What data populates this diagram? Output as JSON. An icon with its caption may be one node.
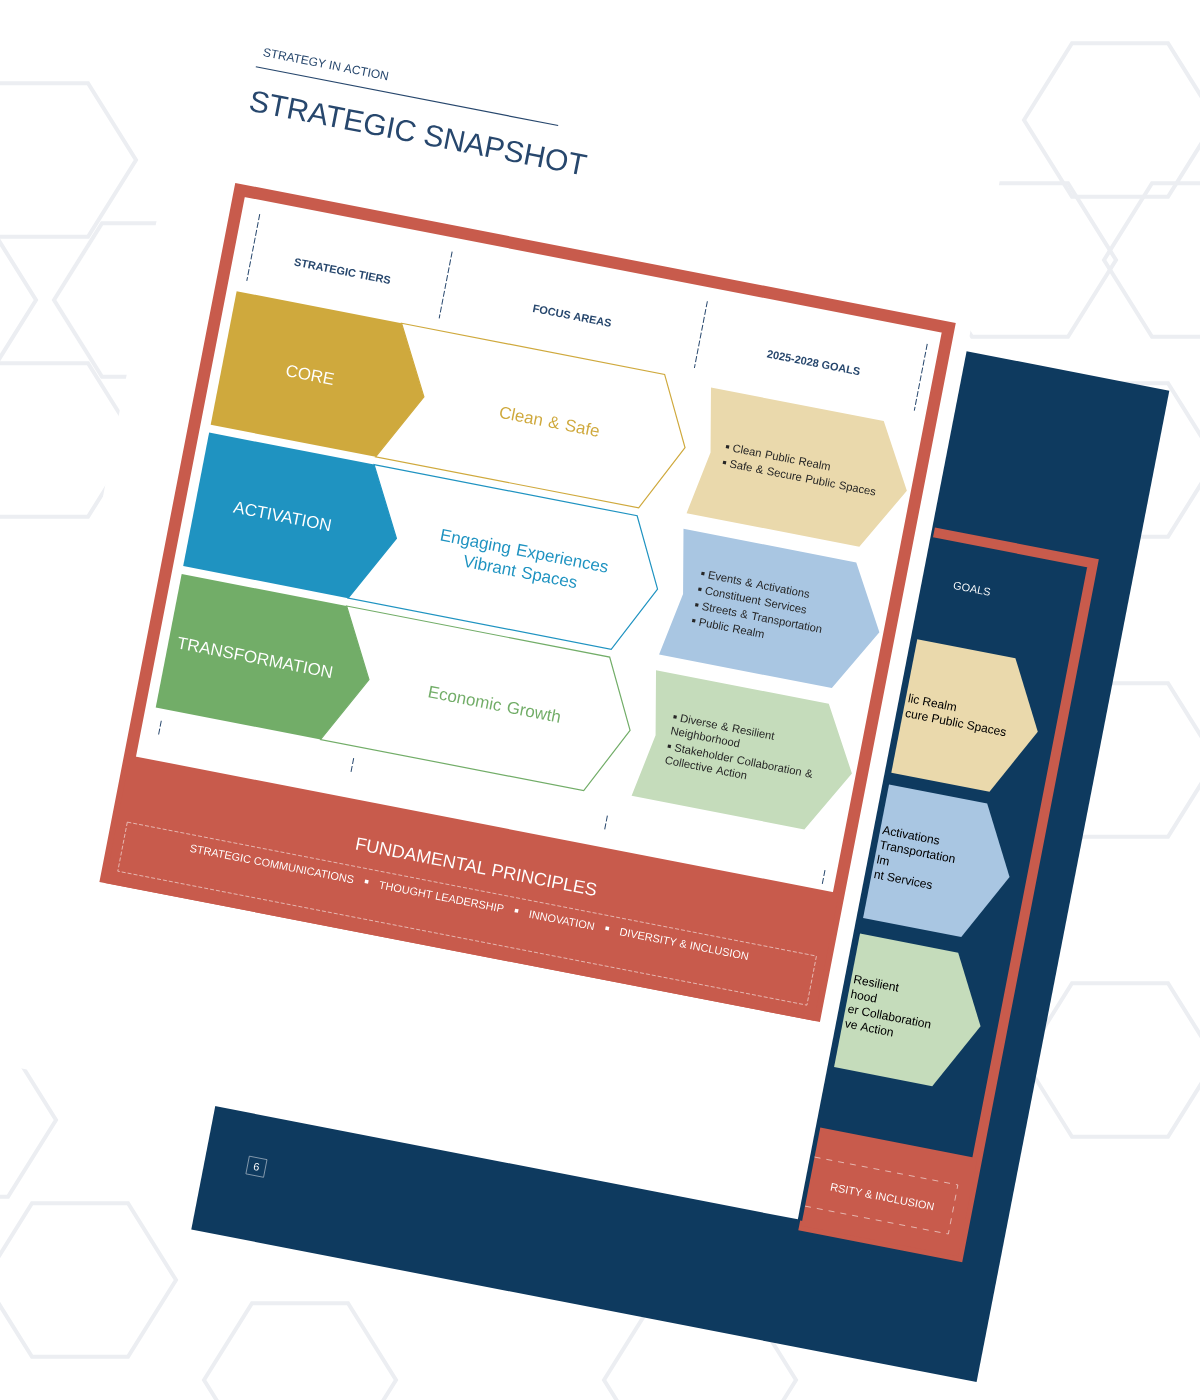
{
  "diagram": {
    "title": "STRATEGIC SNAPSHOT",
    "nodes": [
      {
        "text": [
          "CORE"
        ]
      },
      {
        "text": [
          "Clean & Safe"
        ]
      },
      {
        "text": [
          "Clean Public Realm",
          "Safe & Secure Public Spaces"
        ]
      },
      {
        "text": [
          "ACTIVATION"
        ]
      },
      {
        "text": [
          "Engaging Experiences Vibrant Spaces"
        ]
      },
      {
        "text": [
          "Events & Activations",
          "Constituent Services",
          "Streets & Transportation",
          "Public Realm"
        ]
      },
      {
        "text": [
          "TRANSFORMATION"
        ]
      },
      {
        "text": [
          "Economic Growth"
        ]
      },
      {
        "text": [
          "Diverse & Resilient Neighborhood",
          "Stakeholder Collaboration & Collective Action"
        ]
      },
      {
        "text": [
          "FUNDAMENTAL PRINCIPLES",
          "STRATEGIC COMMUNICATIONS",
          "THOUGHT LEADERSHIP",
          "INNOVATION",
          "DIVERSITY & INCLUSION"
        ]
      },
      {
        "text": [
          "lic Realm",
          "cure Public Spaces"
        ]
      },
      {
        "text": [
          "Activations",
          "Transportation",
          "lm",
          "nt Services"
        ]
      },
      {
        "text": [
          "Resilient",
          "hood",
          "er Collaboration",
          "ve Action"
        ]
      },
      {
        "text": [
          "RSITY & INCLUSION"
        ]
      }
    ],
    "labels": [
      "STRATEGY IN ACTION",
      "STRATEGIC TIERS",
      "FOCUS AREAS",
      "2025-2028 GOALS",
      "GOALS",
      "6"
    ]
  }
}
